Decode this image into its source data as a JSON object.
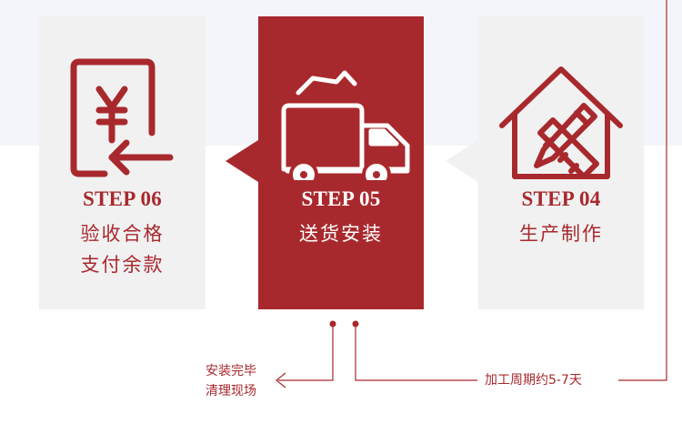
{
  "steps": [
    {
      "id": "06",
      "title": "STEP 06",
      "lines": [
        "验收合格",
        "支付余款"
      ],
      "icon": "receipt-yen-return-icon"
    },
    {
      "id": "05",
      "title": "STEP 05",
      "lines": [
        "送货安装"
      ],
      "icon": "delivery-truck-icon"
    },
    {
      "id": "04",
      "title": "STEP 04",
      "lines": [
        "生产制作"
      ],
      "icon": "house-pencil-ruler-icon"
    }
  ],
  "notes": {
    "install": [
      "安装完毕",
      "清理现场"
    ],
    "production": "加工周期约5-7天"
  },
  "colors": {
    "accent": "#a8292d",
    "card_gray": "#f1f1f1",
    "band": "#f4f5fa",
    "background": "#ffffff"
  }
}
